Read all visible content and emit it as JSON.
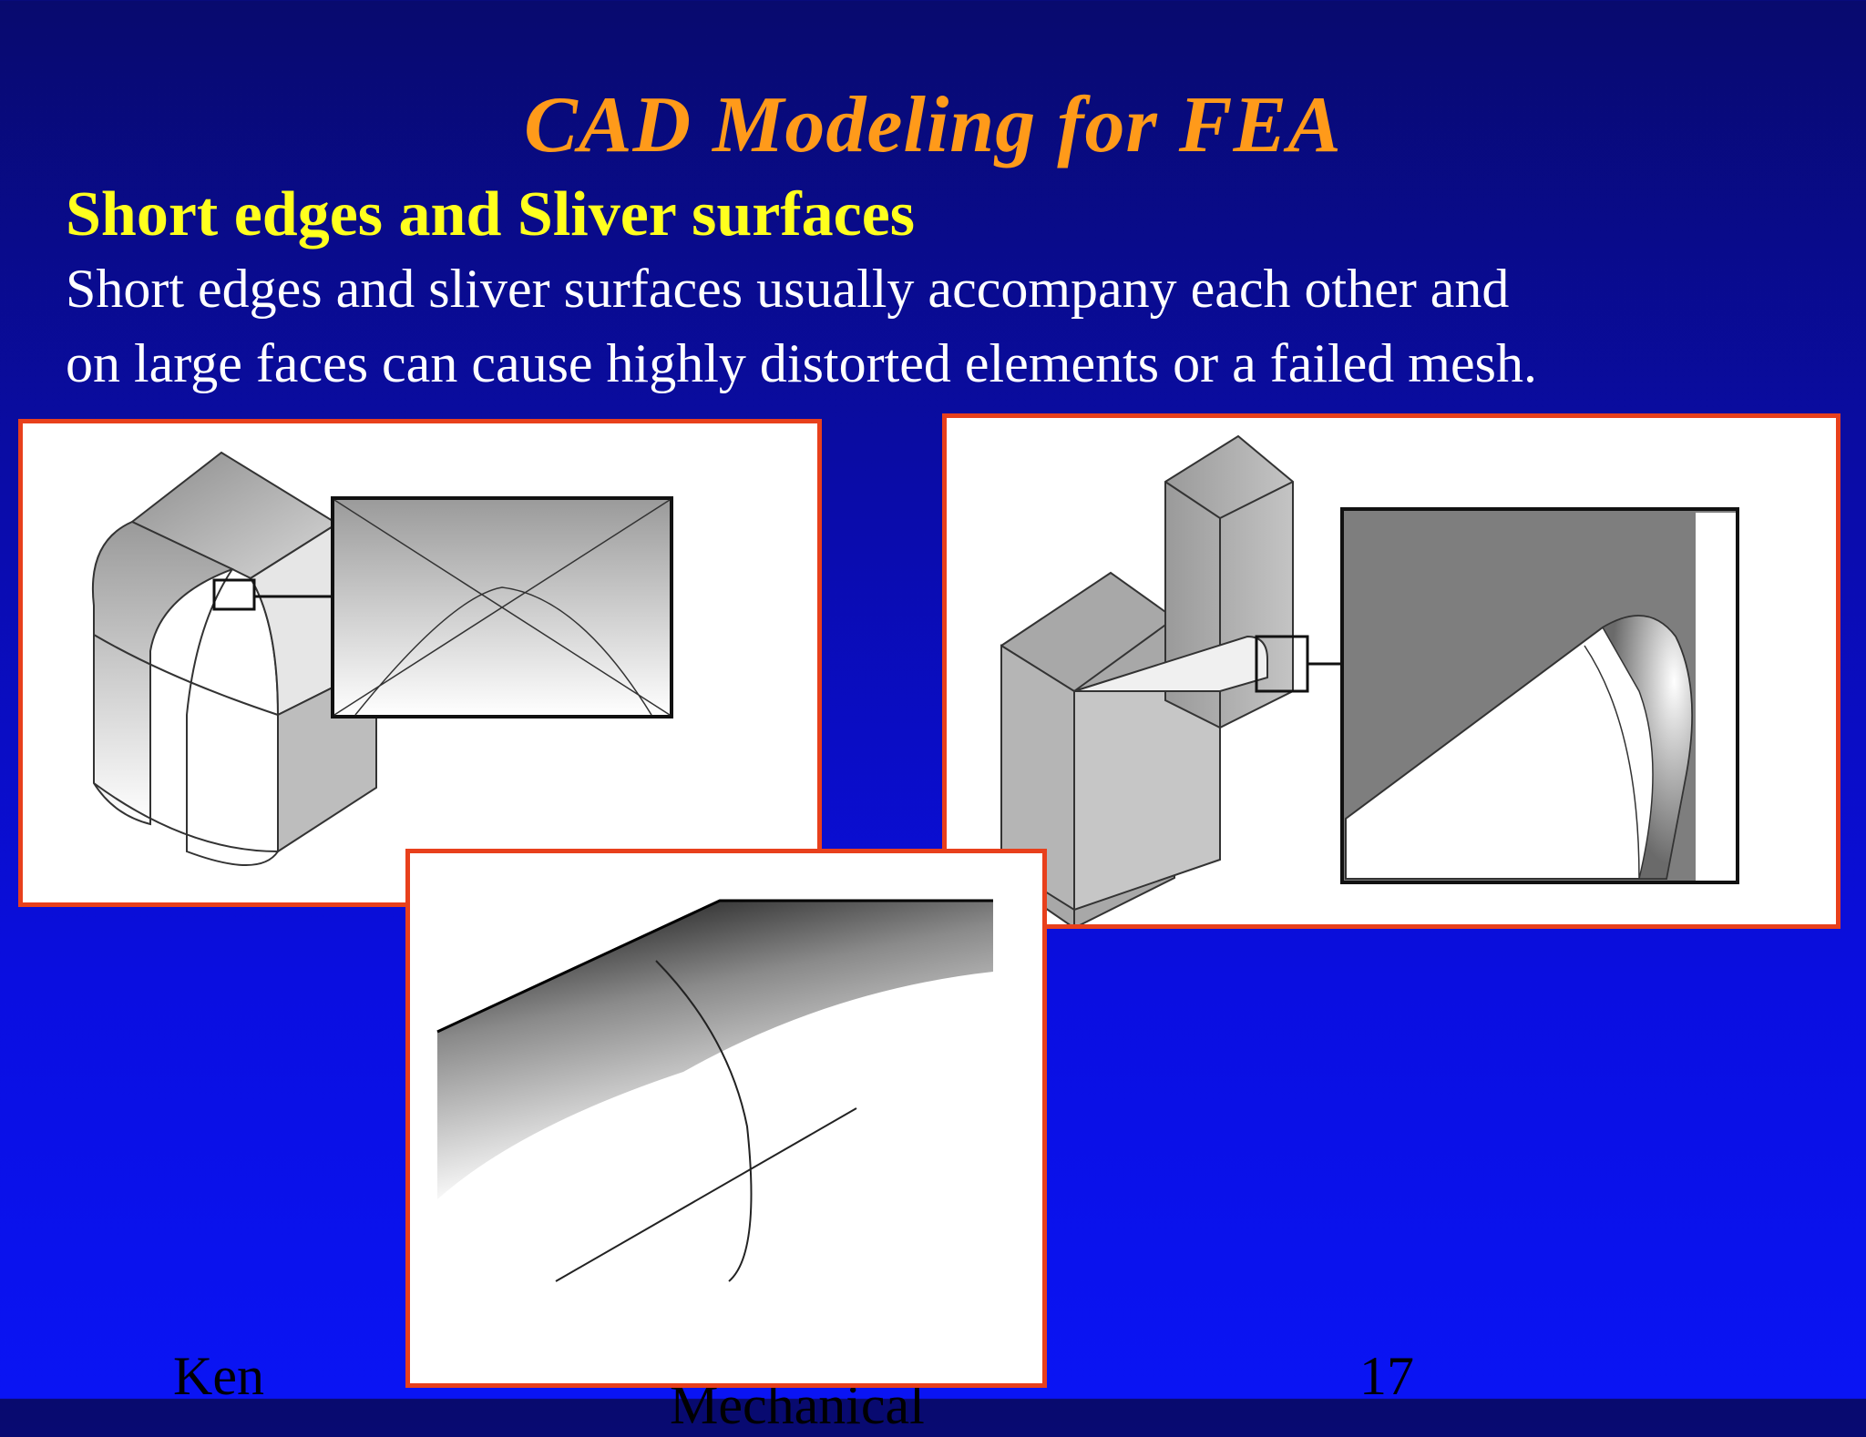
{
  "slide": {
    "title": "CAD Modeling for FEA",
    "subtitle": "Short edges and Sliver surfaces",
    "body_line_1": "Short edges and sliver surfaces usually accompany each other and",
    "body_line_2": "on large faces can cause highly distorted elements or a failed mesh."
  },
  "figures": [
    {
      "name": "rounded-corner-block-with-zoom-inset"
    },
    {
      "name": "block-with-post-and-fillet-zoom-inset"
    },
    {
      "name": "curved-surface-close-up"
    }
  ],
  "footer": {
    "left": "Ken",
    "center": "Mechanical",
    "page_number": "17"
  },
  "colors": {
    "title": "#ff9a1a",
    "subtitle": "#ffff1e",
    "body": "#ffffff",
    "panel_border": "#e8401c",
    "background_top": "#080a6e",
    "background_bottom": "#0a14f4"
  }
}
